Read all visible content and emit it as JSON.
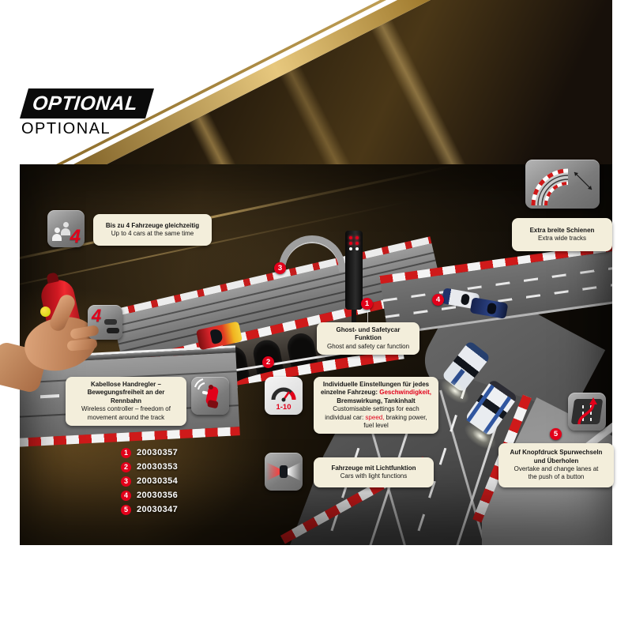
{
  "header": {
    "badge": "OPTIONAL",
    "subtitle": "OPTIONAL"
  },
  "callouts": {
    "cars4": {
      "de": "Bis zu 4 Fahrzeuge gleichzeitig",
      "en": "Up to 4 cars at the same time"
    },
    "wide_tracks": {
      "de": "Extra breite Schienen",
      "en": "Extra wide tracks"
    },
    "ghost": {
      "de": "Ghost- und Safetycar Funktion",
      "en": "Ghost and safety car function"
    },
    "wireless": {
      "de1": "Kabellose Handregler –",
      "de2": "Bewegungsfreiheit an der Rennbahn",
      "en1": "Wireless controller – freedom of",
      "en2": "movement around the track"
    },
    "settings": {
      "de1": "Individuelle Einstellungen für jedes",
      "de2_pre": "einzelne Fahrzeug: ",
      "de2_red": "Geschwindigkeit,",
      "de3_red": "Bremswirkung, Tankinhalt",
      "en1": "Customisable settings for each individual car:",
      "en2_red": "speed,",
      "en2_rest": " braking power, fuel level"
    },
    "lights": {
      "de": "Fahrzeuge mit Lichtfunktion",
      "en": "Cars with light functions"
    },
    "lane_change": {
      "de1": "Auf Knopfdruck Spurwechseln",
      "de2": "und Überholen",
      "en1": "Overtake and change lanes at",
      "en2": "the push of a button"
    }
  },
  "icons": {
    "cars4": {
      "label": "4"
    },
    "cars4_small": {
      "label": "4"
    },
    "speed": {
      "label": "1-10"
    }
  },
  "products": [
    {
      "num": "1",
      "code": "20030357"
    },
    {
      "num": "2",
      "code": "20030353"
    },
    {
      "num": "3",
      "code": "20030354"
    },
    {
      "num": "4",
      "code": "20030356"
    },
    {
      "num": "5",
      "code": "20030347"
    }
  ],
  "markers": {
    "m1": "1",
    "m2": "2",
    "m3": "3",
    "m4": "4",
    "m5": "5"
  },
  "colors": {
    "brand_red": "#e2001a",
    "callout_bg": "#f3eedb",
    "gold": "#c8a35c"
  }
}
